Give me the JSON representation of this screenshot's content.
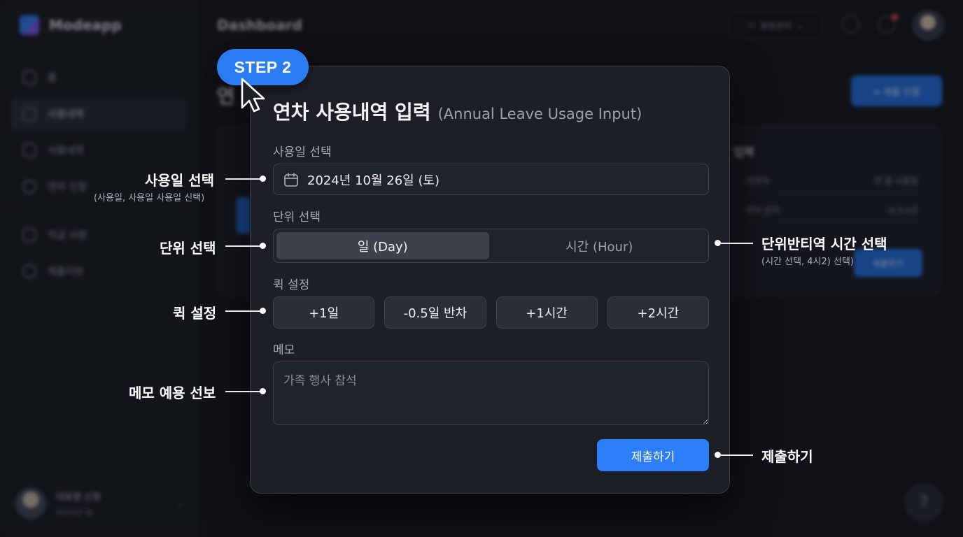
{
  "background": {
    "brand_name": "Modeapp",
    "top_title": "Dashboard",
    "top_select_label": "알림관리",
    "page_heading": "연",
    "primary_button_label": "+ 제출 신청",
    "nav_items": [
      {
        "label": "홈",
        "icon": "home-icon"
      },
      {
        "label": "사용내역",
        "icon": "calendar-icon"
      },
      {
        "label": "사용내역",
        "icon": "edit-icon"
      },
      {
        "label": "연차 신청",
        "icon": "clock-icon"
      },
      {
        "label": "지급 사항",
        "icon": "document-icon"
      },
      {
        "label": "제출이브",
        "icon": "settings-icon"
      }
    ],
    "user_name": "대표명 신청",
    "user_sub": "2024년 월",
    "card_title": "입력",
    "card_rows": [
      {
        "left": "지연자",
        "right": "연 월 사용일"
      },
      {
        "left": "연차 반차",
        "right": "-0.5시간"
      }
    ],
    "card_button_label": "제출하기",
    "help_label": "?"
  },
  "step_badge": "STEP 2",
  "modal": {
    "title": "연차 사용내역 입력",
    "title_en": "(Annual Leave Usage Input)",
    "date_label": "사용일 선택",
    "date_value": "2024년 10월 26일 (토)",
    "unit_label": "단위 선택",
    "unit_options": [
      {
        "label": "일 (Day)",
        "selected": true
      },
      {
        "label": "시간 (Hour)",
        "selected": false
      }
    ],
    "quick_label": "퀵 설정",
    "quick_buttons": [
      "+1일",
      "-0.5일 반차",
      "+1시간",
      "+2시간"
    ],
    "memo_label": "메모",
    "memo_placeholder": "가족 행사 참석",
    "submit_label": "제출하기"
  },
  "callouts": {
    "date": {
      "label": "사용일 선택",
      "sub": "(사용일, 사용일 사용일 신택)"
    },
    "unit": {
      "label": "단위 선택"
    },
    "quick": {
      "label": "퀵 설정"
    },
    "memo": {
      "label": "메모 예용 선보"
    },
    "hour": {
      "label": "단위반티역 시간 선택",
      "sub": "(시간 선택, 4시2) 선택)"
    },
    "submit": {
      "label": "제출하기"
    }
  },
  "colors": {
    "accent": "#2c7ef6",
    "modal_bg": "#1c1f26",
    "page_bg": "#101217"
  }
}
